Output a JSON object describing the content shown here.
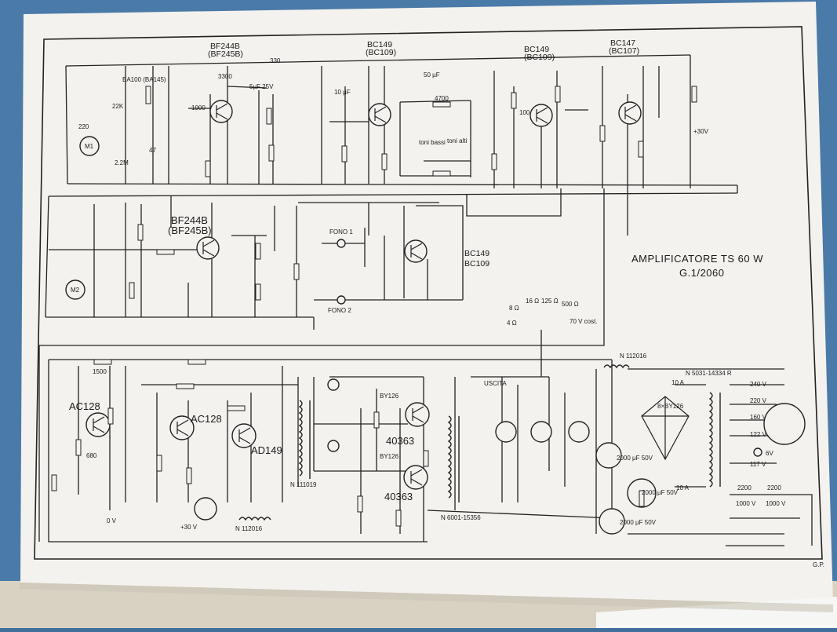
{
  "title": "AMPLIFICATORE TS 60 W",
  "subtitle": "G.1/2060",
  "signature": "G.P.",
  "transistor_labels": [
    {
      "name": "BF244B",
      "alt": "(BF245B)"
    },
    {
      "name": "BC149",
      "alt": "(BC109)"
    },
    {
      "name": "BC149",
      "alt": "(BC109)"
    },
    {
      "name": "BC147",
      "alt": "(BC107)"
    },
    {
      "name": "BF244B",
      "alt": "(BF245B)"
    },
    {
      "name": "BC149",
      "alt": "BC109"
    },
    {
      "name": "AC128",
      "alt": ""
    },
    {
      "name": "AC128",
      "alt": ""
    },
    {
      "name": "AD149",
      "alt": ""
    },
    {
      "name": "40363",
      "alt": ""
    },
    {
      "name": "40363",
      "alt": ""
    }
  ],
  "mic_labels": [
    "M1",
    "M2"
  ],
  "inputs": [
    "FONO 1",
    "FONO 2"
  ],
  "tone": [
    "toni bassi",
    "toni alti"
  ],
  "output_label": "USCITA",
  "diode_labels": [
    "BY126",
    "BY126",
    "8×BY126"
  ],
  "transformers": [
    "N 111019",
    "N 6001-15356",
    "N 5031-14334 R",
    "N 112016"
  ],
  "impedance": [
    "4 Ω",
    "8 Ω",
    "16 Ω",
    "125 Ω",
    "500 Ω",
    "70 V cost."
  ],
  "supply": [
    "0 V",
    "+30 V",
    "+30V"
  ],
  "mains_taps": [
    "240 V",
    "220 V",
    "160 V",
    "122 V",
    "117 V",
    "6V"
  ],
  "fuses": [
    "10 A",
    "10 A"
  ],
  "caps_bottom": [
    "2200",
    "1000 V",
    "2200",
    "1000 V"
  ],
  "filter_caps": [
    "2000 µF 50V",
    "2000 µF 50V",
    "2000 µF 50V"
  ],
  "small_values": [
    "330",
    "22K",
    "100",
    "1000",
    "4700",
    "50 µF",
    "5µF 25V",
    "2.2M",
    "47",
    "3300",
    "BA100 (BA145)",
    "220",
    "10 µF",
    "680",
    "1500"
  ]
}
